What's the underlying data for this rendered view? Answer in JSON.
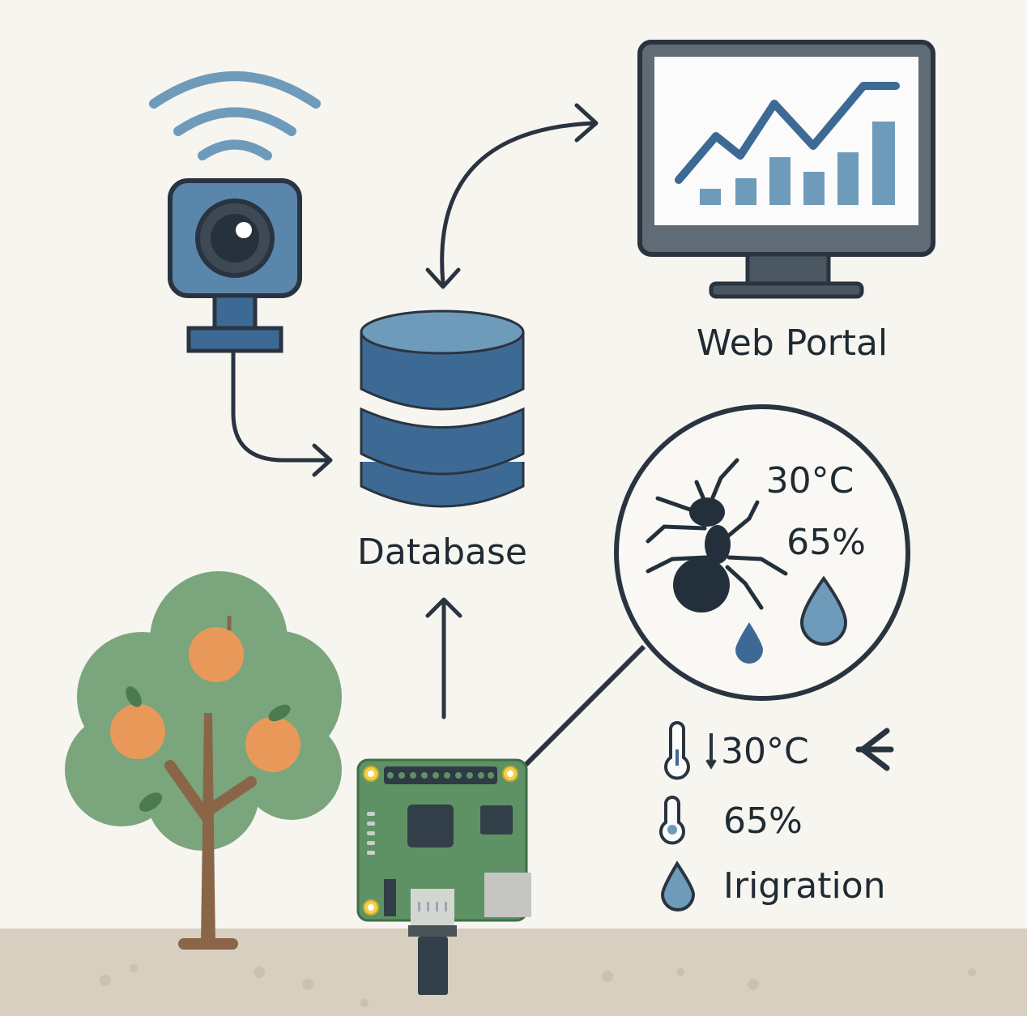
{
  "labels": {
    "web_portal": "Web Portal",
    "database": "Database",
    "bubble_temperature": "30°C",
    "bubble_humidity": "65%",
    "reading_temperature": "30°C",
    "reading_humidity": "65%",
    "reading_irrigation": "Irigration"
  },
  "icons": [
    "wifi-icon",
    "camera-icon",
    "database-icon",
    "monitor-icon",
    "ant-icon",
    "water-drop-icon",
    "thermometer-icon",
    "tree-icon",
    "circuit-board-icon"
  ],
  "colors": {
    "background": "#f7f5f0",
    "ground": "#d8cfc0",
    "outline": "#2a3440",
    "blue": "#3d6a94",
    "light_blue": "#6f9bbb",
    "tree_green": "#7ba57c",
    "orange": "#e8995a",
    "board_green": "#5e9265"
  }
}
